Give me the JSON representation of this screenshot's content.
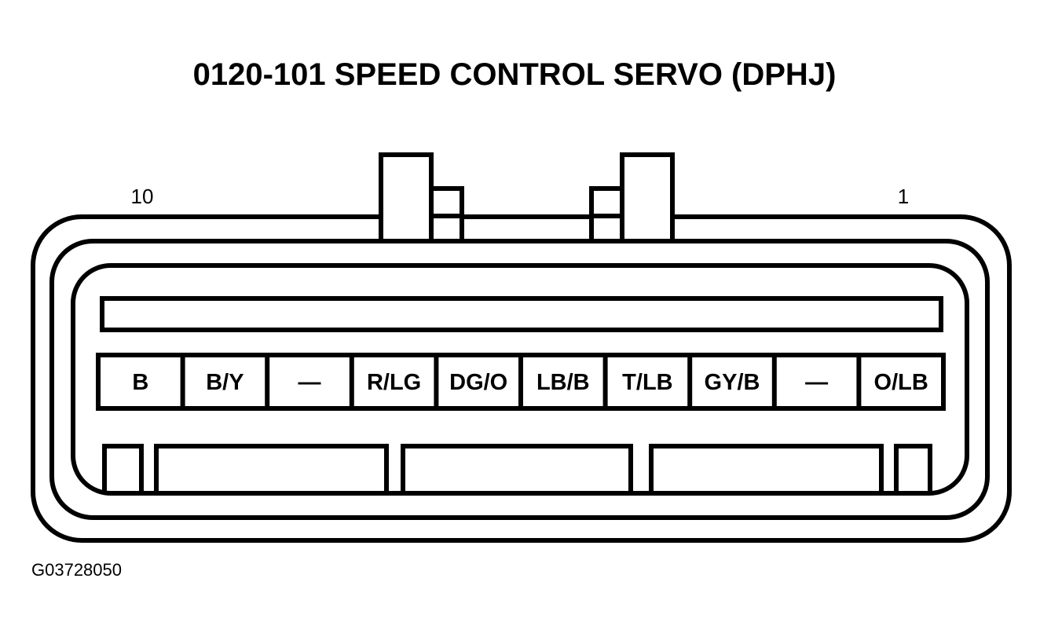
{
  "title": "0120-101 SPEED CONTROL SERVO (DPHJ)",
  "pin_left": "10",
  "pin_right": "1",
  "cavities": [
    "B",
    "B/Y",
    "—",
    "R/LG",
    "DG/O",
    "LB/B",
    "T/LB",
    "GY/B",
    "—",
    "O/LB"
  ],
  "figure_id": "G03728050"
}
